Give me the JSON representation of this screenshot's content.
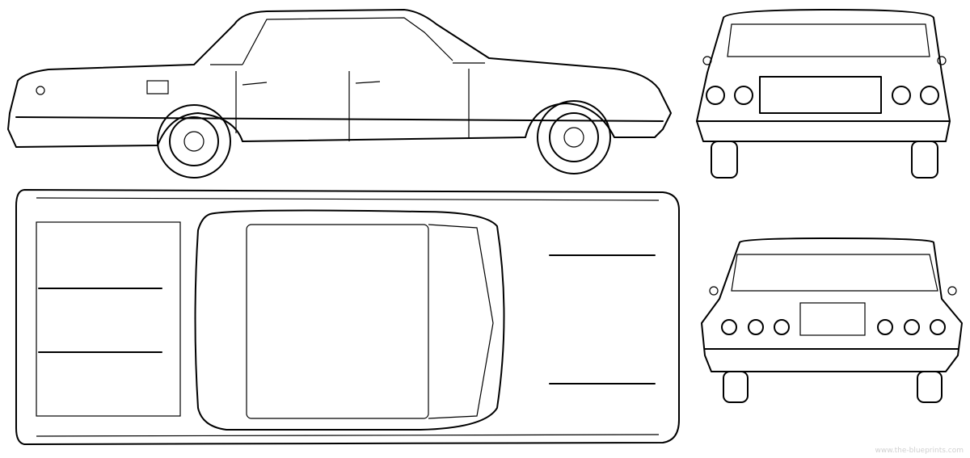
{
  "watermark": "www.the-blueprints.com",
  "views": [
    "side",
    "front",
    "top",
    "rear"
  ],
  "colors": {
    "line": "#000000",
    "background": "#ffffff",
    "watermark": "#d0d0d0"
  }
}
